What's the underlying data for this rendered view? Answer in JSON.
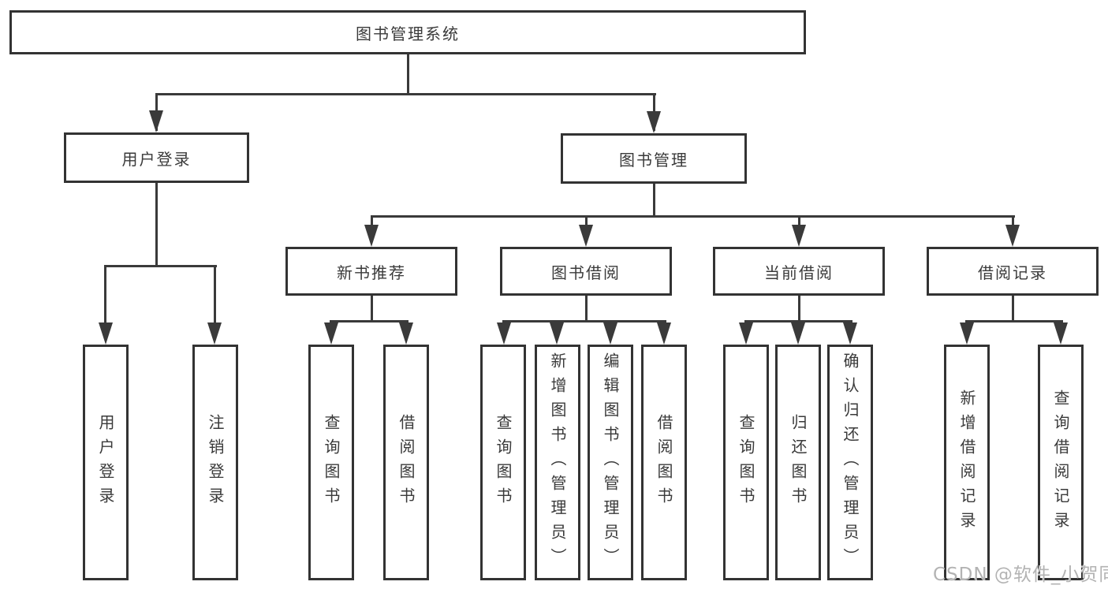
{
  "diagram": {
    "title": "图书管理系统",
    "tree": {
      "label": "图书管理系统",
      "children": [
        {
          "label": "用户登录",
          "children": [
            {
              "label": "用户登录"
            },
            {
              "label": "注销登录"
            }
          ]
        },
        {
          "label": "图书管理",
          "children": [
            {
              "label": "新书推荐",
              "children": [
                {
                  "label": "查询图书"
                },
                {
                  "label": "借阅图书"
                }
              ]
            },
            {
              "label": "图书借阅",
              "children": [
                {
                  "label": "查询图书"
                },
                {
                  "label": "新增图书（管理员）"
                },
                {
                  "label": "编辑图书（管理员）"
                },
                {
                  "label": "借阅图书"
                }
              ]
            },
            {
              "label": "当前借阅",
              "children": [
                {
                  "label": "查询图书"
                },
                {
                  "label": "归还图书"
                },
                {
                  "label": "确认归还（管理员）"
                }
              ]
            },
            {
              "label": "借阅记录",
              "children": [
                {
                  "label": "新增借阅记录"
                },
                {
                  "label": "查询借阅记录"
                }
              ]
            }
          ]
        }
      ]
    },
    "watermark": "CSDN @软件_小贺同学",
    "colors": {
      "line": "#3a3a3a",
      "box_border": "#333333",
      "text": "#3a3a3a",
      "watermark": "#b3b3b3",
      "background": "#ffffff"
    }
  }
}
